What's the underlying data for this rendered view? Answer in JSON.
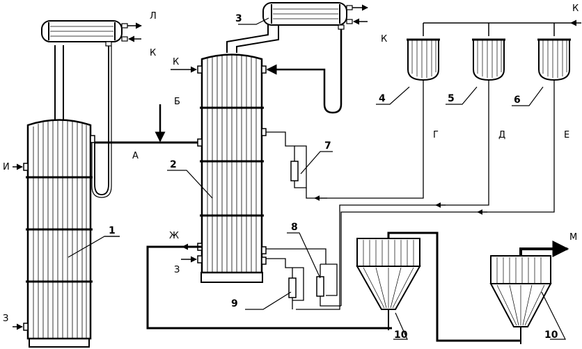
{
  "stream_labels": {
    "A": "А",
    "B": "Б",
    "G": "Г",
    "D": "Д",
    "E": "Е",
    "ZH": "Ж",
    "Z": "З",
    "I": "И",
    "K": "К",
    "L": "Л",
    "M": "М"
  },
  "equipment_numbers": {
    "n1": "1",
    "n2": "2",
    "n3": "3",
    "n4": "4",
    "n5": "5",
    "n6": "6",
    "n7": "7",
    "n8": "8",
    "n9": "9",
    "n10": "10"
  }
}
